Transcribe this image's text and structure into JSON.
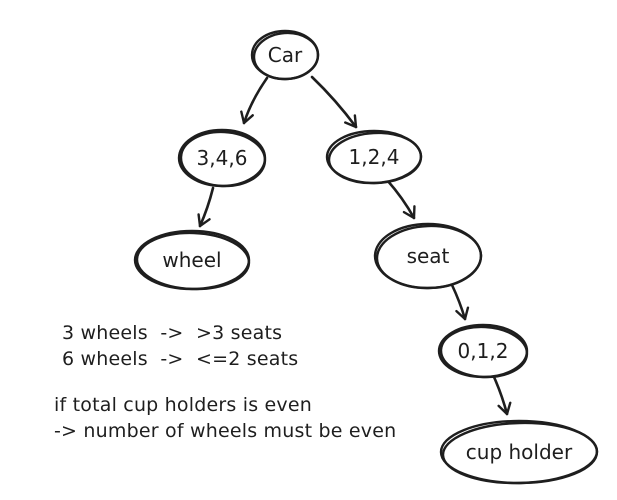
{
  "diagram": {
    "ink_color": "#1e1e1e",
    "background_color": "#ffffff",
    "nodes": [
      {
        "id": "car",
        "label": "Car"
      },
      {
        "id": "wheel-values",
        "label": "3,4,6"
      },
      {
        "id": "seat-values",
        "label": "1,2,4"
      },
      {
        "id": "wheel",
        "label": "wheel"
      },
      {
        "id": "seat",
        "label": "seat"
      },
      {
        "id": "cup-holder-values",
        "label": "0,1,2"
      },
      {
        "id": "cup-holder",
        "label": "cup holder"
      }
    ],
    "edges": [
      {
        "from": "Car",
        "to": "3,4,6"
      },
      {
        "from": "Car",
        "to": "1,2,4"
      },
      {
        "from": "3,4,6",
        "to": "wheel"
      },
      {
        "from": "1,2,4",
        "to": "seat"
      },
      {
        "from": "seat",
        "to": "0,1,2"
      },
      {
        "from": "0,1,2",
        "to": "cup holder"
      }
    ],
    "constraints": [
      {
        "lines": [
          "3 wheels  ->  >3 seats",
          "6 wheels  ->  <=2 seats"
        ]
      },
      {
        "lines": [
          "if total cup holders is even",
          "-> number of wheels must be even"
        ]
      }
    ]
  }
}
